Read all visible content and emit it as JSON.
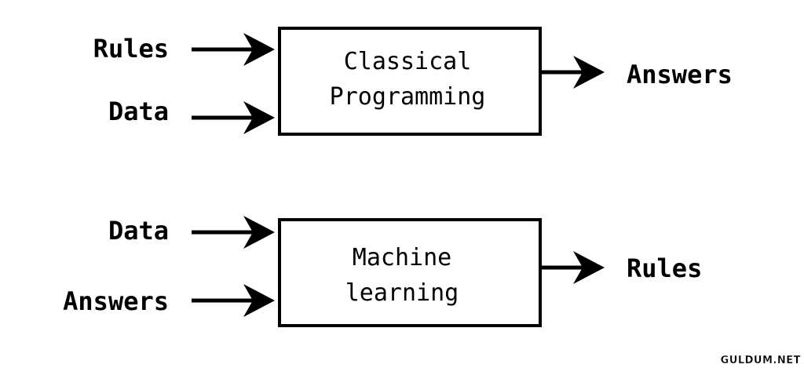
{
  "diagrams": [
    {
      "inputs": [
        "Rules",
        "Data"
      ],
      "box_lines": [
        "Classical",
        "Programming"
      ],
      "output": "Answers"
    },
    {
      "inputs": [
        "Data",
        "Answers"
      ],
      "box_lines": [
        "Machine",
        "learning"
      ],
      "output": "Rules"
    }
  ],
  "watermark": "GULDUM.NET"
}
